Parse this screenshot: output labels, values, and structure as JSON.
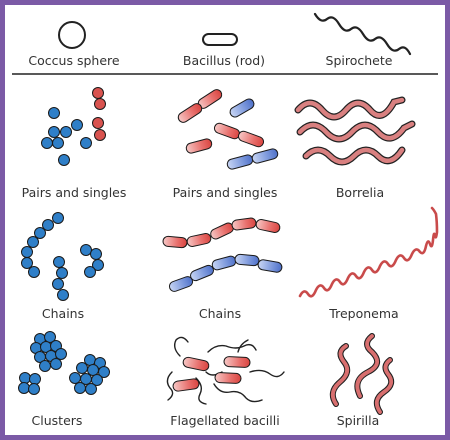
{
  "frame_color": "#7b5aa6",
  "colors": {
    "coccus_blue": "#2f7fc8",
    "coccus_red": "#d9534f",
    "rod_red": "#e8706d",
    "rod_blue": "#6f8fd8",
    "spiral_red": "#c94b4b",
    "outline": "#222222"
  },
  "headers": [
    {
      "label": "Coccus sphere",
      "icon": "circle-outline-icon"
    },
    {
      "label": "Bacillus (rod)",
      "icon": "rod-outline-icon"
    },
    {
      "label": "Spirochete",
      "icon": "spiral-outline-icon"
    }
  ],
  "rows": [
    [
      "Pairs and singles",
      "Pairs and singles",
      "Borrelia"
    ],
    [
      "Chains",
      "Chains",
      "Treponema"
    ],
    [
      "Clusters",
      "Flagellated bacilli",
      "Spirilla"
    ]
  ]
}
